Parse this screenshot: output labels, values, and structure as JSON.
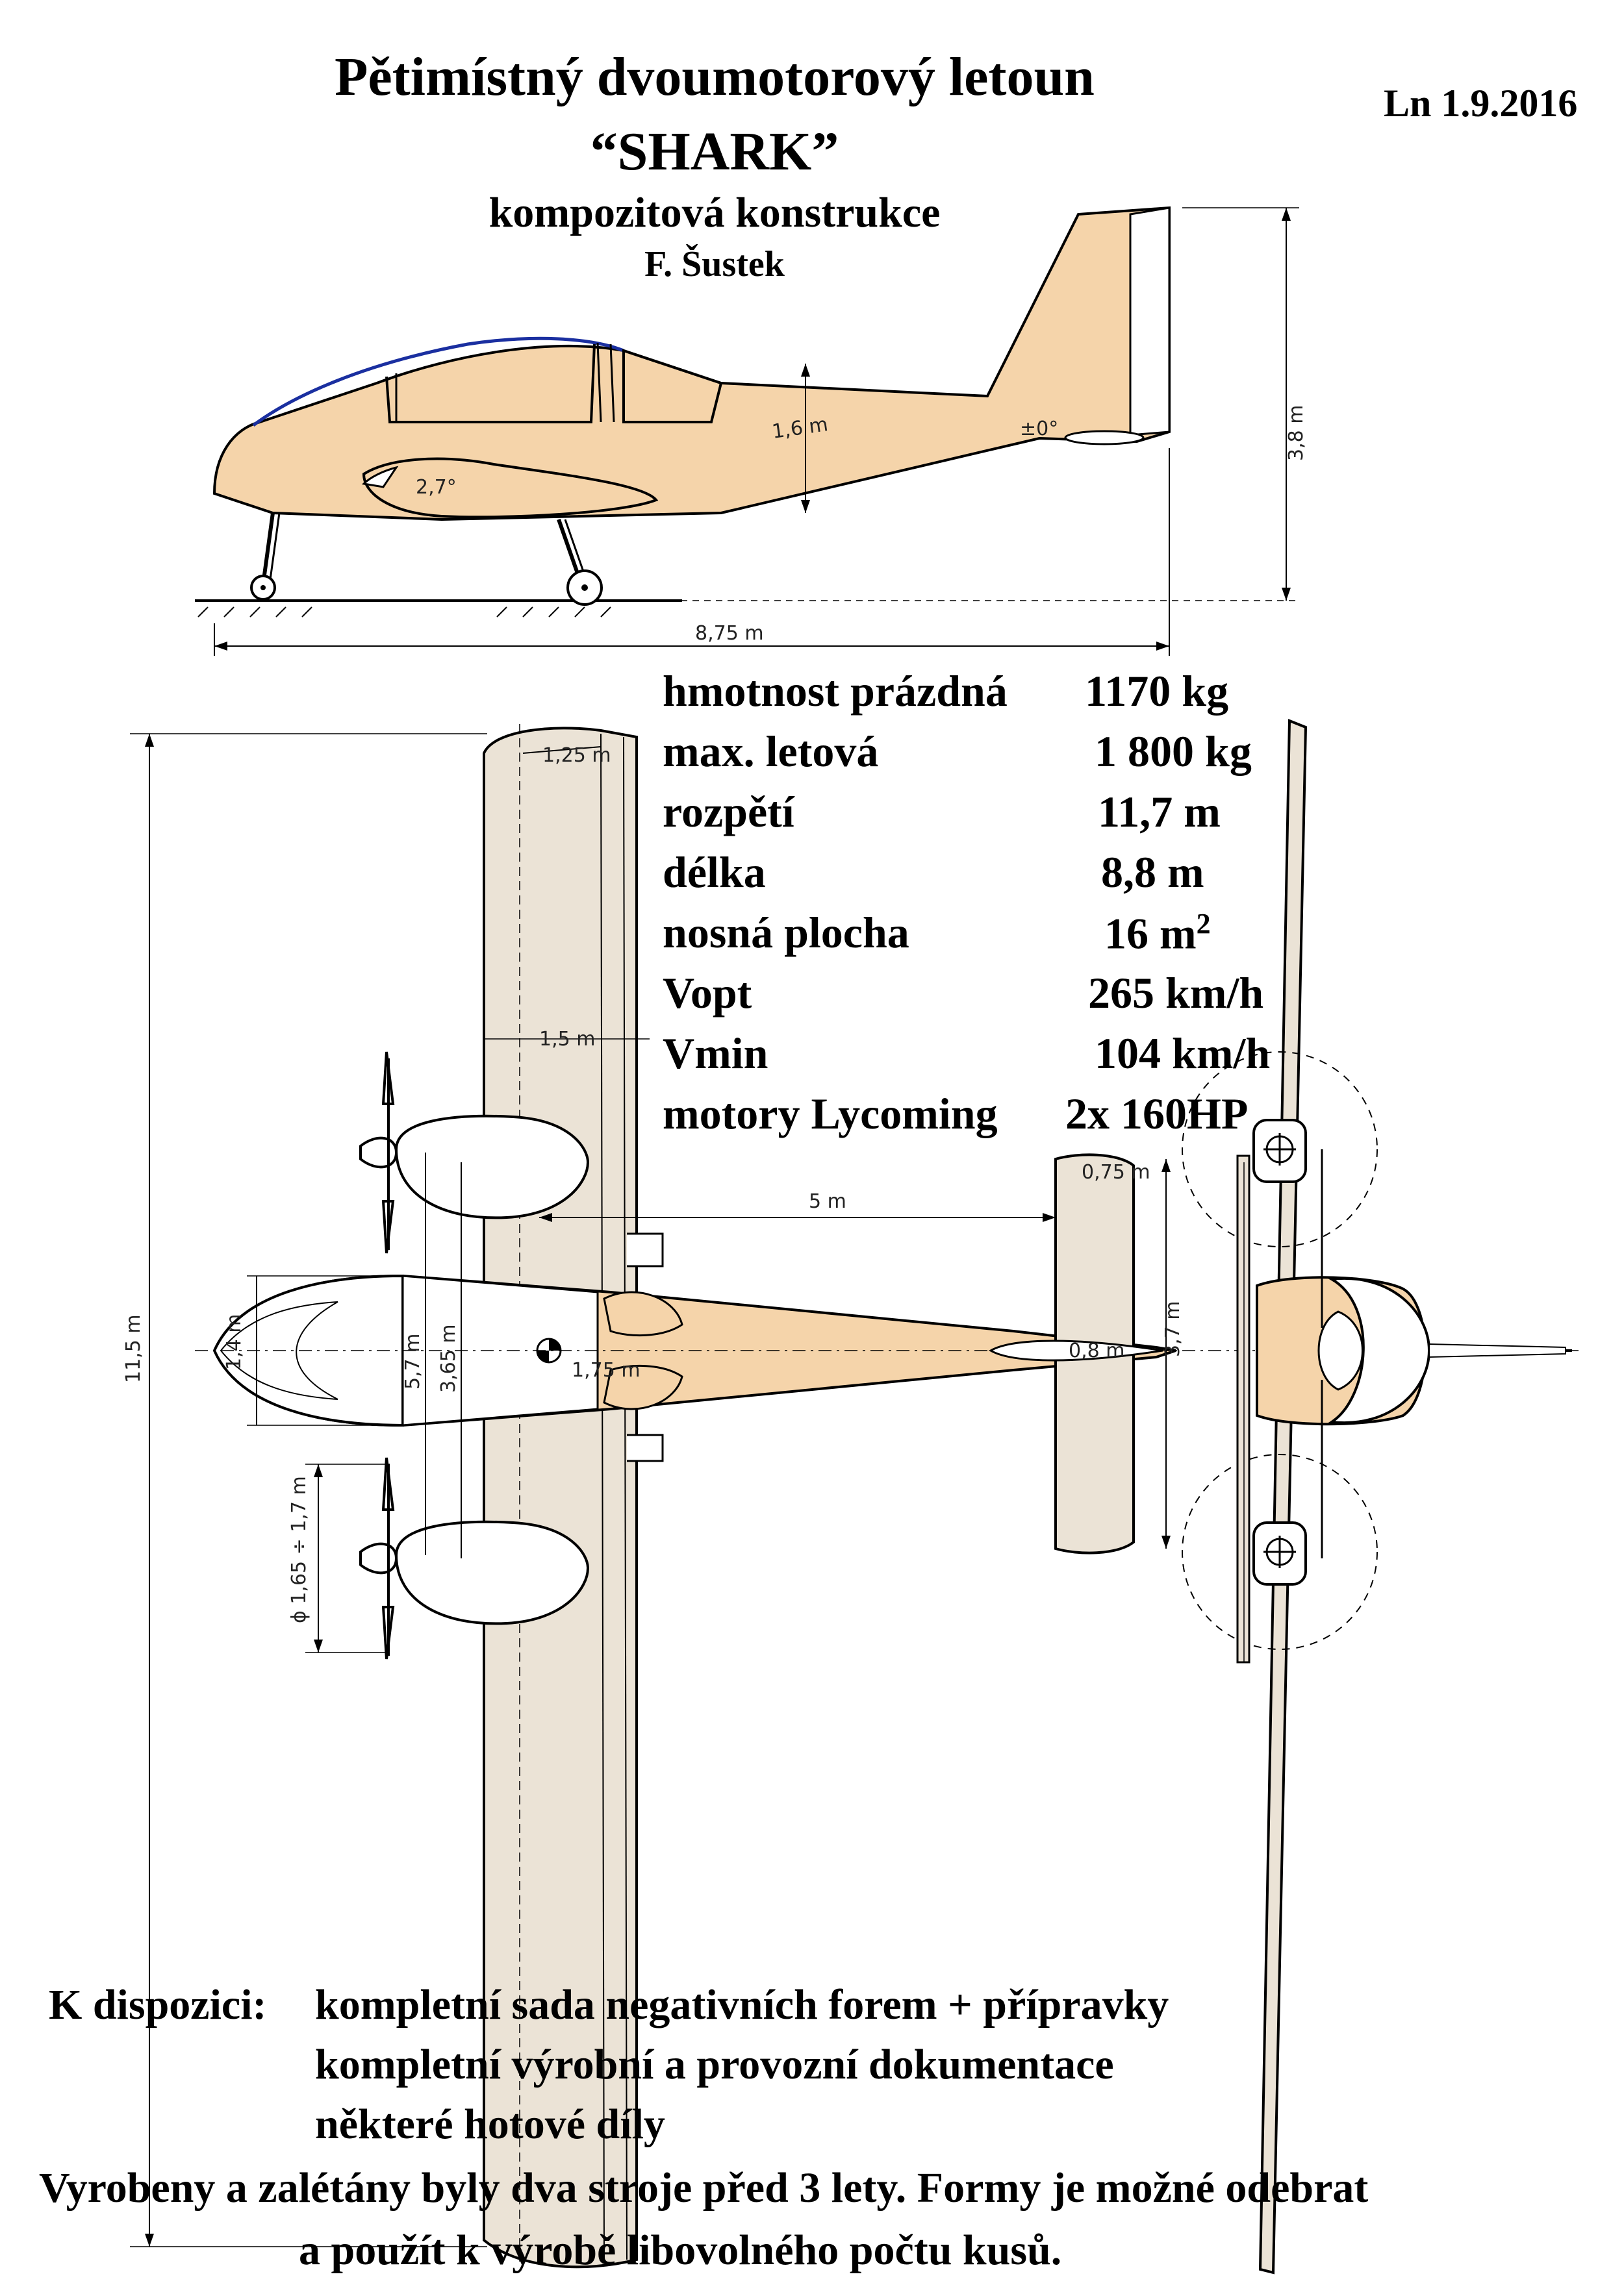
{
  "header": {
    "title_line1": "Pětimístný dvoumotorový letoun",
    "title_line2": "“SHARK”",
    "subtitle": "kompozitová konstrukce",
    "author": "F. Šustek",
    "date": "Ln 1.9.2016"
  },
  "specs": [
    {
      "label": "hmotnost prázdná",
      "value": "1170 kg"
    },
    {
      "label": "max. letová",
      "value": "1 800 kg"
    },
    {
      "label": "rozpětí",
      "value": "11,7 m"
    },
    {
      "label": "délka",
      "value": "8,8 m"
    },
    {
      "label": "nosná plocha",
      "value": "16 m",
      "sup": "2"
    },
    {
      "label": "Vopt",
      "value": "265 km/h"
    },
    {
      "label": "Vmin",
      "value": "104 km/h"
    },
    {
      "label": "motory Lycoming",
      "value": "2x 160HP"
    }
  ],
  "dimensions": {
    "side_length": "8,75 m",
    "side_height": "3,8 m",
    "fuselage_height": "1,6 m",
    "angle_a": "2,7°",
    "angle_b": "±0°",
    "wing_tip_chord": "1,25 m",
    "wing_mid_chord": "1,5 m",
    "tail_arm": "5 m",
    "tail_chord": "0,75 m",
    "tail_span": "3,7 m",
    "wingspan": "11,5 m",
    "fuselage_width": "1,4 m",
    "nacelle_spacing_a": "5,7 m",
    "nacelle_spacing_b": "3,65 m",
    "root_chord": "1,75 m",
    "tail_root": "0,8 m",
    "prop_diameter": "ϕ 1,65 ÷ 1,7 m"
  },
  "colors": {
    "fuselage": "#f5d4aa",
    "wing": "#ebe3d6",
    "canopy": "#1a2fa0"
  },
  "footer": {
    "availability_label": "K dispozici:",
    "item1": "kompletní sada negativních forem + přípravky",
    "item2": "kompletní výrobní a provozní dokumentace",
    "item3": "některé hotové díly",
    "note_line1": "Vyrobeny a zalétány byly dva stroje před 3 lety. Formy je možné odebrat",
    "note_line2": "a použít k výrobě libovolného počtu kusů."
  }
}
